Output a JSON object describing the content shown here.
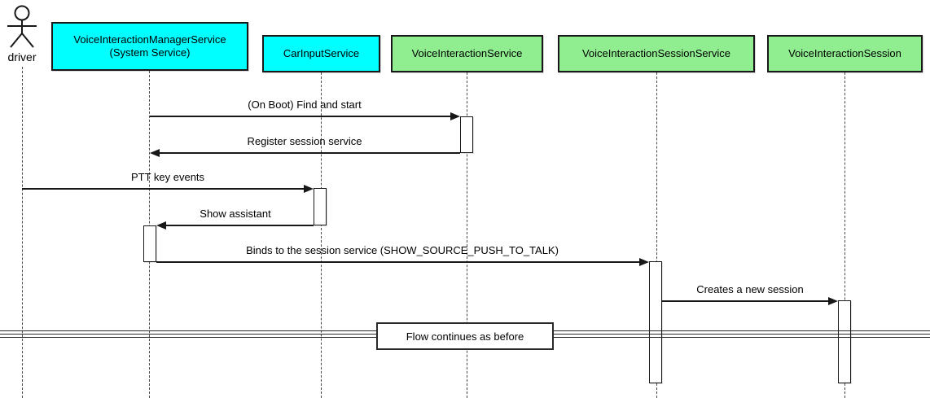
{
  "diagram": {
    "type": "uml-sequence",
    "actor": {
      "name": "driver"
    },
    "participants": [
      {
        "label": "VoiceInteractionManagerService",
        "sublabel": "(System Service)",
        "fill": "#00ffff"
      },
      {
        "label": "CarInputService",
        "fill": "#00ffff"
      },
      {
        "label": "VoiceInteractionService",
        "fill": "#90ee90"
      },
      {
        "label": "VoiceInteractionSessionService",
        "fill": "#90ee90"
      },
      {
        "label": "VoiceInteractionSession",
        "fill": "#90ee90"
      }
    ],
    "messages": [
      {
        "label": "(On Boot) Find and start",
        "from": "VoiceInteractionManagerService",
        "to": "VoiceInteractionService",
        "direction": "right"
      },
      {
        "label": "Register session service",
        "from": "VoiceInteractionService",
        "to": "VoiceInteractionManagerService",
        "direction": "left"
      },
      {
        "label": "PTT key events",
        "from": "driver",
        "to": "CarInputService",
        "direction": "right"
      },
      {
        "label": "Show assistant",
        "from": "CarInputService",
        "to": "VoiceInteractionManagerService",
        "direction": "left"
      },
      {
        "label": "Binds to the session service (SHOW_SOURCE_PUSH_TO_TALK)",
        "from": "VoiceInteractionManagerService",
        "to": "VoiceInteractionSessionService",
        "direction": "right"
      },
      {
        "label": "Creates a new session",
        "from": "VoiceInteractionSessionService",
        "to": "VoiceInteractionSession",
        "direction": "right"
      }
    ],
    "divider": {
      "label": "Flow continues as before"
    },
    "colors": {
      "participant_cyan": "#00ffff",
      "participant_green": "#90ee90",
      "line": "#181818",
      "background": "#ffffff"
    }
  }
}
